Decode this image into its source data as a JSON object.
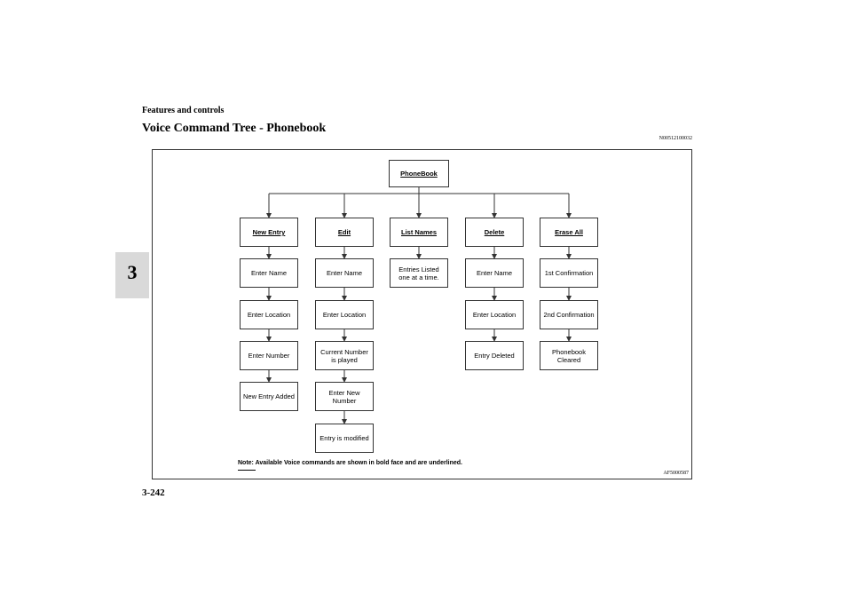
{
  "header": {
    "section_title": "Features and controls",
    "page_title": "Voice Command Tree - Phonebook",
    "doc_code": "N00512100032"
  },
  "side_tab": {
    "chapter": "3"
  },
  "footer": {
    "page_number": "3-242"
  },
  "diagram": {
    "root": "PhoneBook",
    "columns": [
      {
        "command": "New Entry",
        "steps": [
          "Enter Name",
          "Enter Location",
          "Enter Number",
          "New Entry Added"
        ]
      },
      {
        "command": "Edit",
        "steps": [
          "Enter Name",
          "Enter Location",
          "Current Number is played",
          "Enter New Number",
          "Entry is modified"
        ]
      },
      {
        "command": "List Names",
        "steps": [
          "Entries  Listed one at a time."
        ]
      },
      {
        "command": "Delete",
        "steps": [
          "Enter Name",
          "Enter Location",
          "Entry Deleted"
        ]
      },
      {
        "command": "Erase All",
        "steps": [
          "1st Confirmation",
          "2nd Confirmation",
          "Phonebook Cleared"
        ]
      }
    ],
    "note": "Note: Available Voice commands are shown in bold face and are underlined.",
    "figure_id": "AF5000587"
  }
}
